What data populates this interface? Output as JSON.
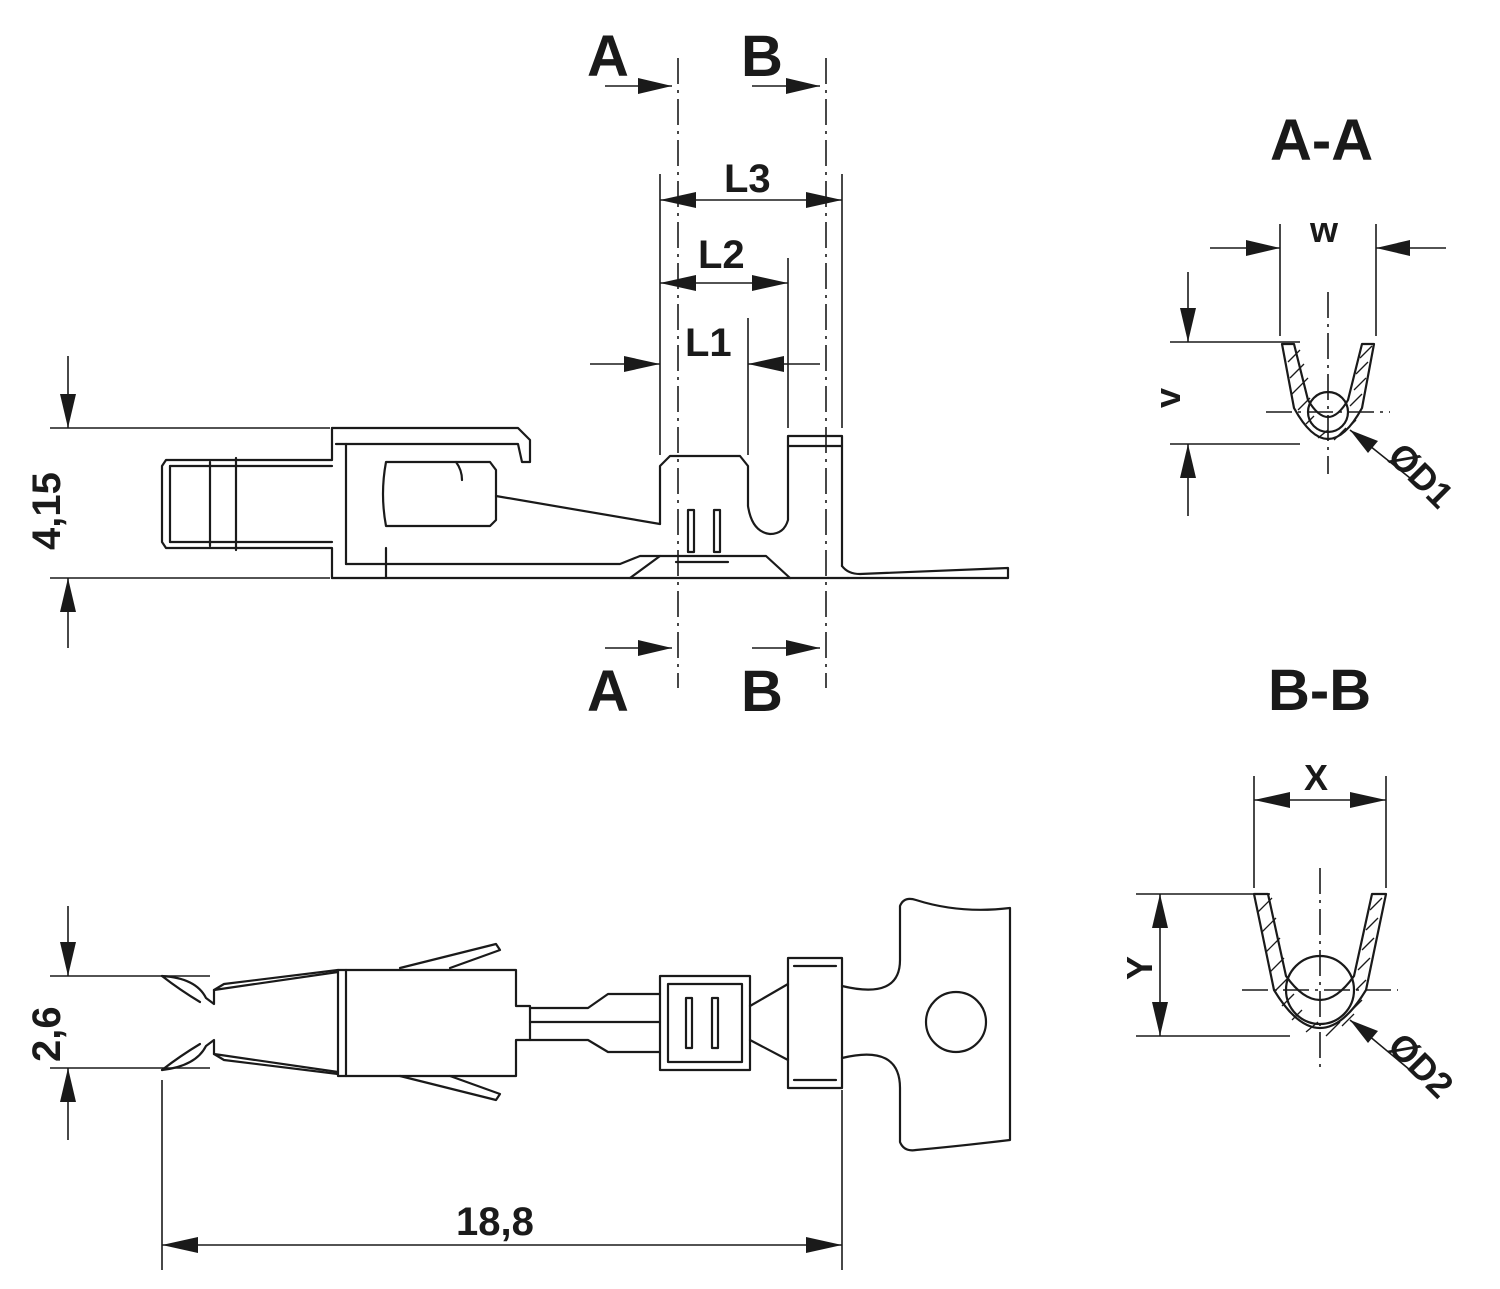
{
  "side_view": {
    "section_a_top": "A",
    "section_b_top": "B",
    "section_a_bottom": "A",
    "section_b_bottom": "B",
    "dim_l1": "L1",
    "dim_l2": "L2",
    "dim_l3": "L3",
    "dim_height": "4,15"
  },
  "top_view": {
    "dim_width": "2,6",
    "dim_length": "18,8"
  },
  "section_aa": {
    "title": "A-A",
    "dim_w": "w",
    "dim_v": "v",
    "dim_d1": "ØD1"
  },
  "section_bb": {
    "title": "B-B",
    "dim_x": "X",
    "dim_y": "Y",
    "dim_d2": "ØD2"
  }
}
